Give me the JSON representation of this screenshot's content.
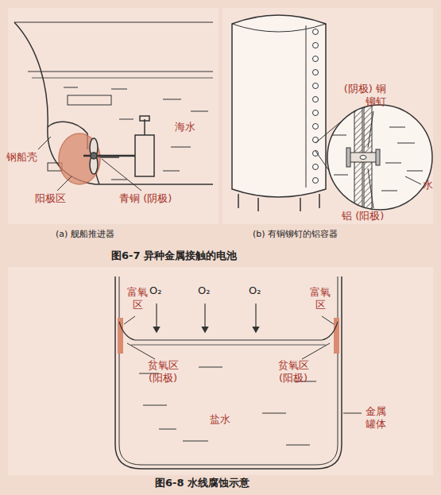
{
  "diagram": {
    "labels": [
      "钢船壳",
      "阳极区",
      "青铜 (阴极)",
      "海水",
      "(a) 舰船推进器",
      "(阴极) 铜铆钉",
      "水",
      "铝 (阳极)",
      "(b) 有铜铆钉的铝容器",
      "图6-7 异种金属接触的电池",
      "富氧区",
      "O₂",
      "O₂",
      "O₂",
      "富氧区",
      "贫氧区 (阳极)",
      "贫氧区 (阳极)",
      "盐水",
      "金属罐体",
      "图6-8 水线腐蚀示意"
    ]
  }
}
